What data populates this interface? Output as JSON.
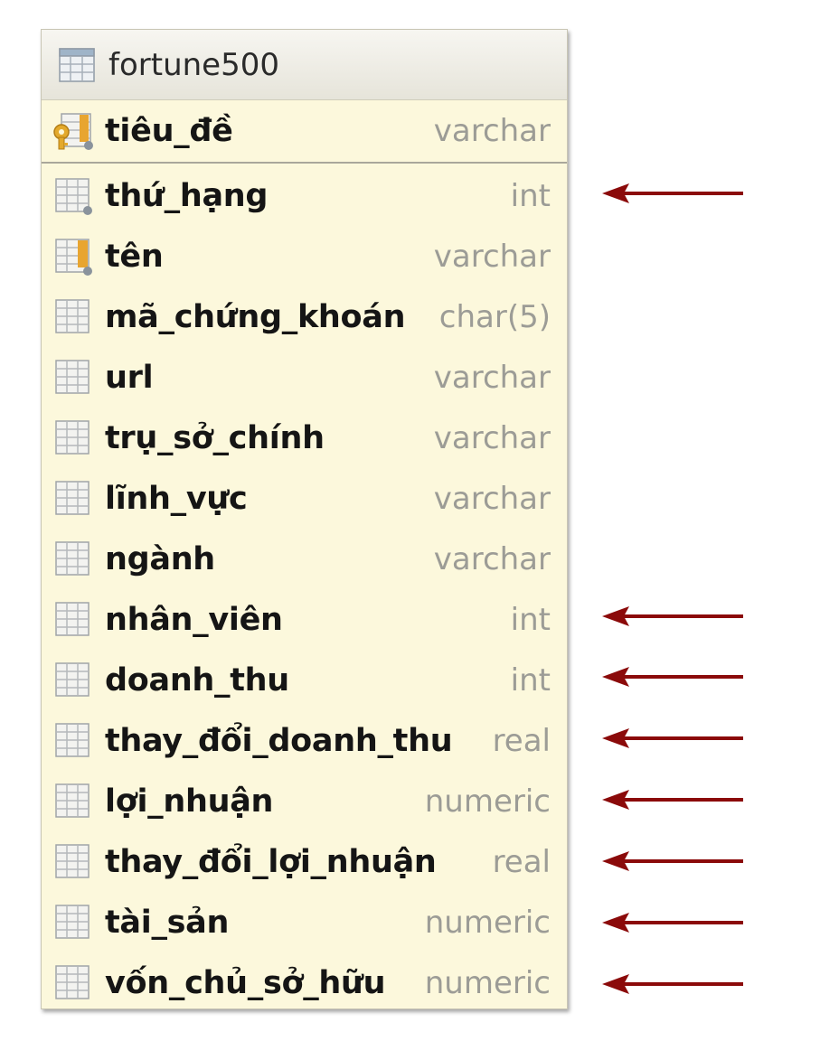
{
  "table": {
    "name": "fortune500",
    "primary_key": {
      "name": "tiêu_đề",
      "type": "varchar"
    },
    "columns": [
      {
        "name": "thứ_hạng",
        "type": "int",
        "icon": "column-not-null-icon",
        "arrow": true
      },
      {
        "name": "tên",
        "type": "varchar",
        "icon": "column-indexed-not-null-icon",
        "arrow": false
      },
      {
        "name": "mã_chứng_khoán",
        "type": "char(5)",
        "icon": "column-icon",
        "arrow": false
      },
      {
        "name": "url",
        "type": "varchar",
        "icon": "column-icon",
        "arrow": false
      },
      {
        "name": "trụ_sở_chính",
        "type": "varchar",
        "icon": "column-icon",
        "arrow": false
      },
      {
        "name": "lĩnh_vực",
        "type": "varchar",
        "icon": "column-icon",
        "arrow": false
      },
      {
        "name": "ngành",
        "type": "varchar",
        "icon": "column-icon",
        "arrow": false
      },
      {
        "name": "nhân_viên",
        "type": "int",
        "icon": "column-icon",
        "arrow": true
      },
      {
        "name": "doanh_thu",
        "type": "int",
        "icon": "column-icon",
        "arrow": true
      },
      {
        "name": "thay_đổi_doanh_thu",
        "type": "real",
        "icon": "column-icon",
        "arrow": true
      },
      {
        "name": "lợi_nhuận",
        "type": "numeric",
        "icon": "column-icon",
        "arrow": true
      },
      {
        "name": "thay_đổi_lợi_nhuận",
        "type": "real",
        "icon": "column-icon",
        "arrow": true
      },
      {
        "name": "tài_sản",
        "type": "numeric",
        "icon": "column-icon",
        "arrow": true
      },
      {
        "name": "vốn_chủ_sở_hữu",
        "type": "numeric",
        "icon": "column-icon",
        "arrow": true
      }
    ]
  },
  "colors": {
    "card_bg": "#fcf8dc",
    "arrow": "#8b0a0a",
    "type_text": "#9c9c96",
    "key_gold": "#e0a52a"
  }
}
